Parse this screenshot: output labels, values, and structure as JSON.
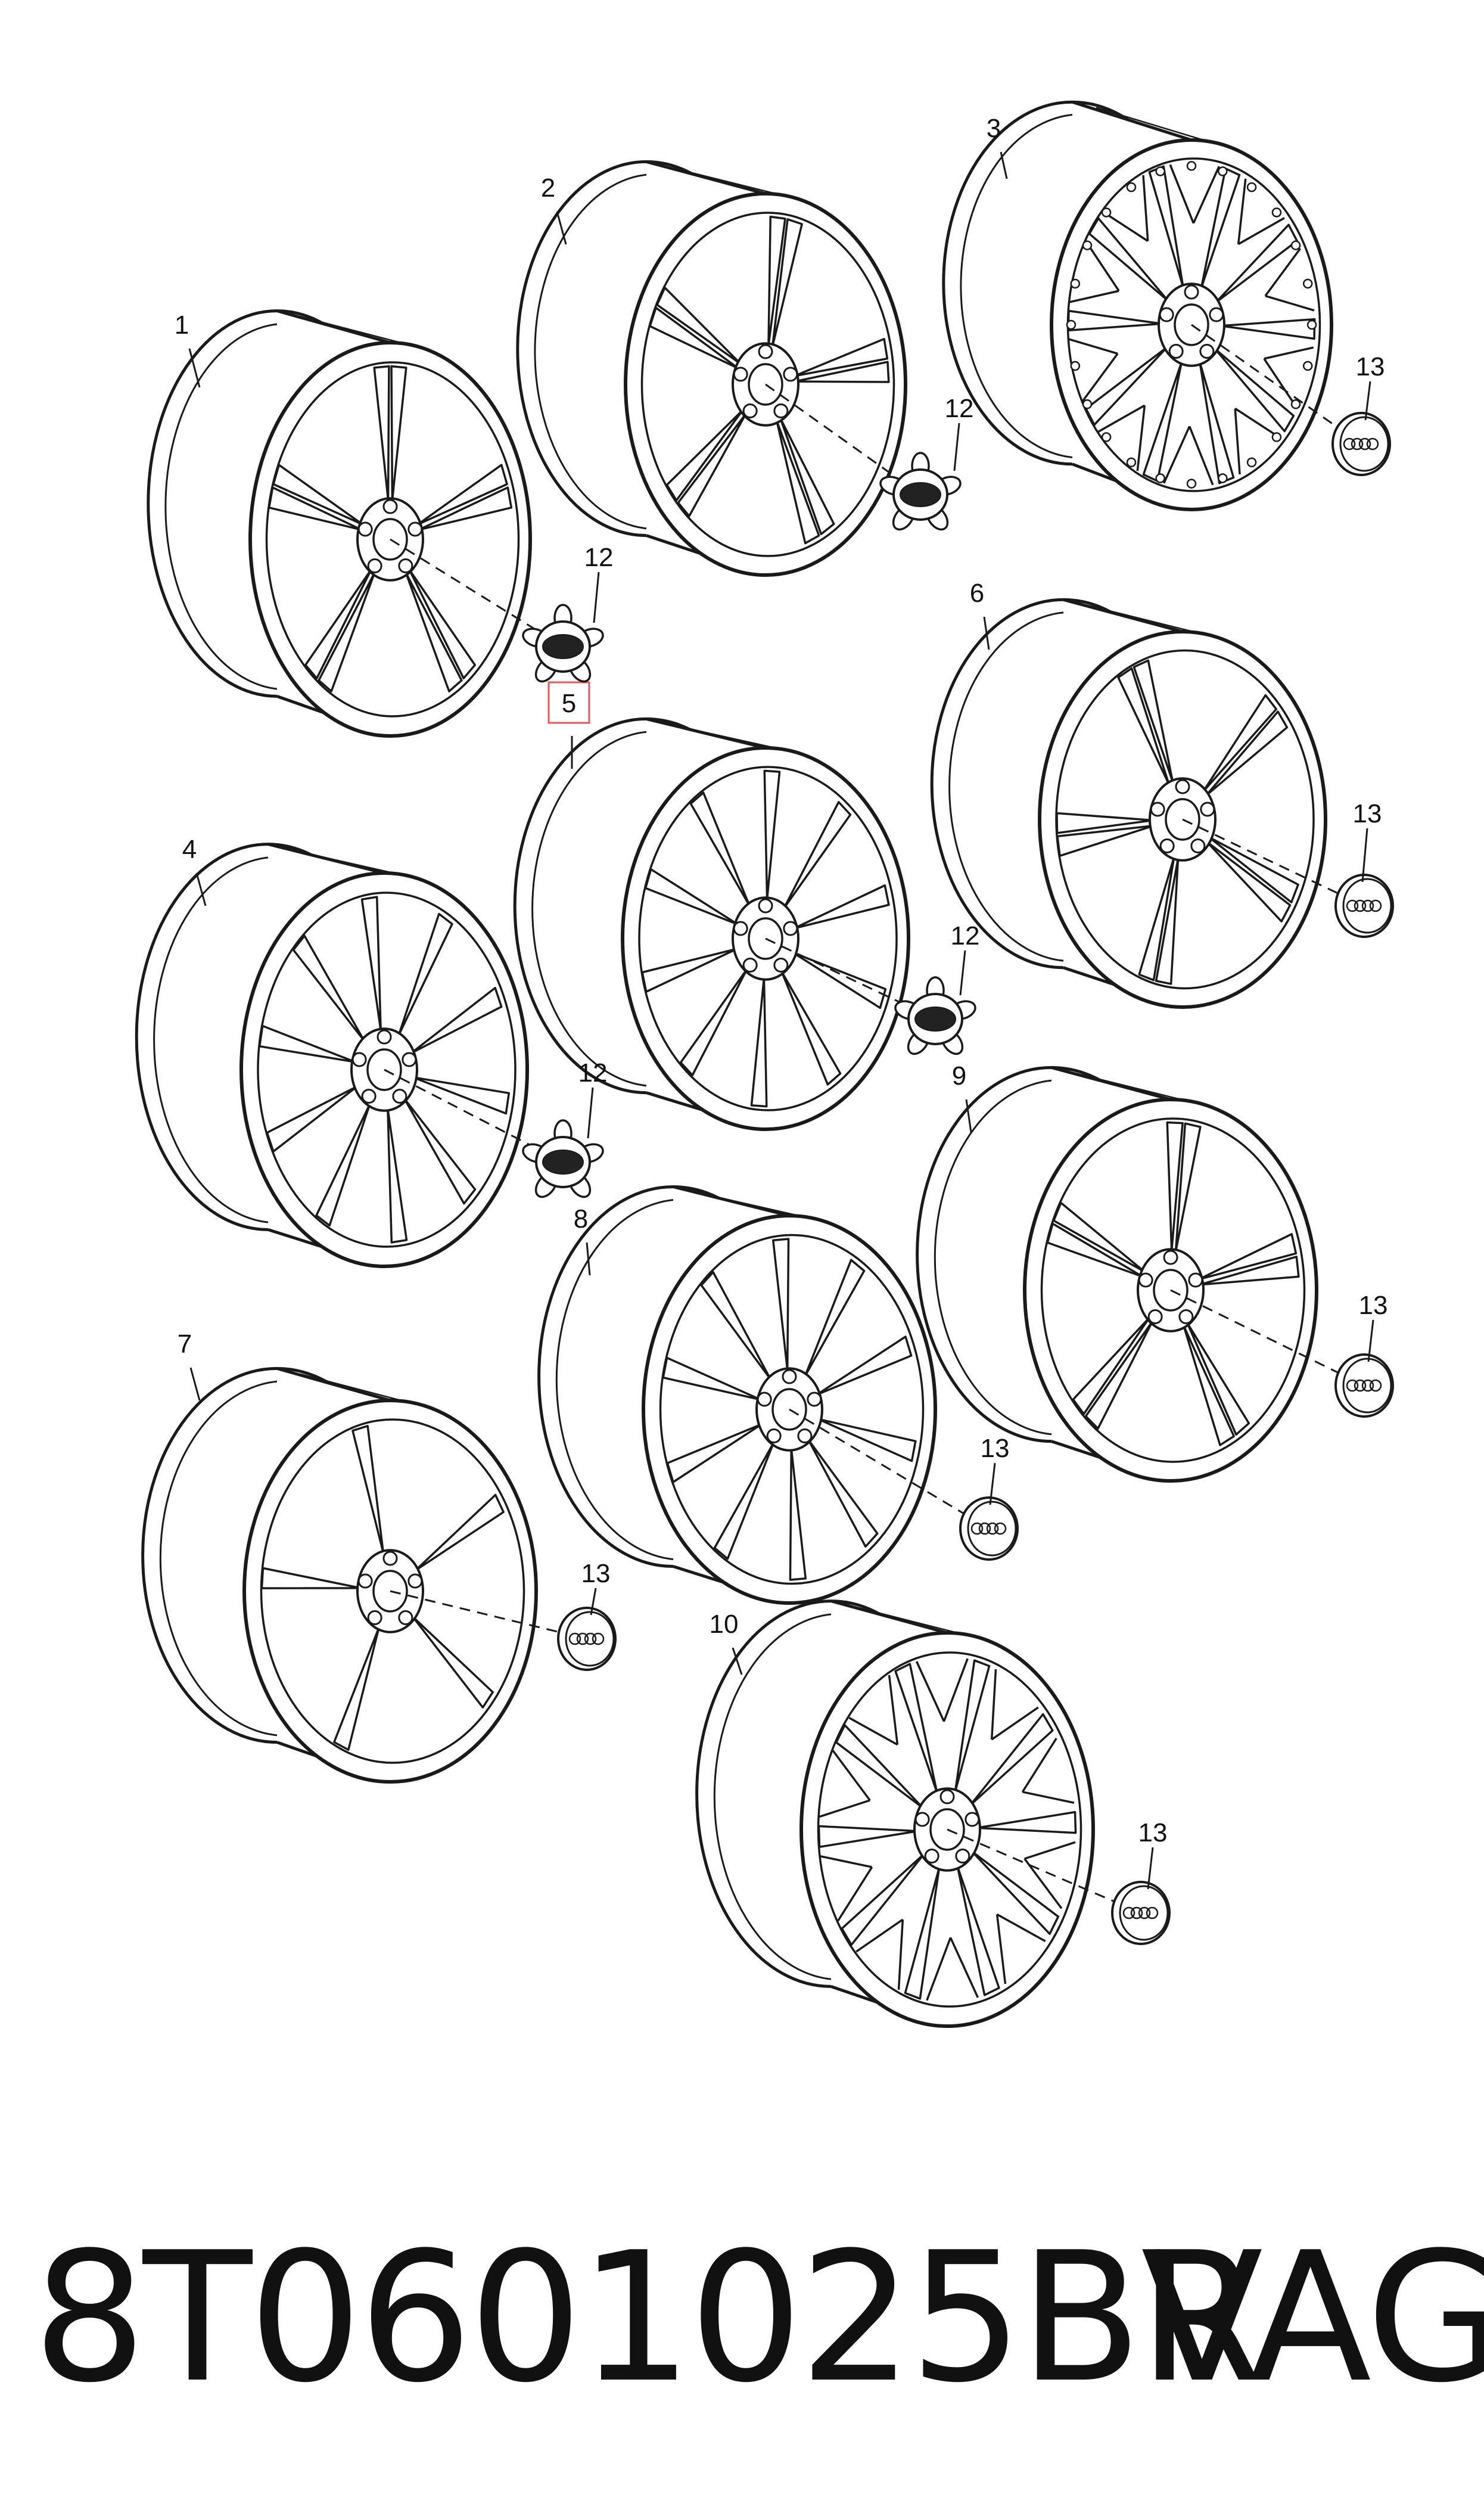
{
  "diagram": {
    "part_number": "8T0601025BR",
    "brand": "VAG",
    "colors": {
      "line": "#1a1a1a",
      "highlight": "#e05a5a",
      "background": "#ffffff"
    },
    "wheels": [
      {
        "label": "1",
        "style": "5-spoke-double",
        "cap": "12"
      },
      {
        "label": "2",
        "style": "5-spoke-split",
        "cap": "12"
      },
      {
        "label": "3",
        "style": "multi-spoke-cross",
        "cap": "13"
      },
      {
        "label": "4",
        "style": "10-spoke",
        "cap": "12"
      },
      {
        "label": "5",
        "style": "10-spoke-curved",
        "cap": "12",
        "highlighted": true
      },
      {
        "label": "6",
        "style": "5-spoke-double",
        "cap": "13"
      },
      {
        "label": "7",
        "style": "5-spoke",
        "cap": "13"
      },
      {
        "label": "8",
        "style": "10-spoke",
        "cap": "13"
      },
      {
        "label": "9",
        "style": "5-spoke-twin",
        "cap": "13"
      },
      {
        "label": "10",
        "style": "multi-spoke-cross",
        "cap": "13"
      }
    ],
    "caps": [
      {
        "label": "12",
        "type": "spider-cap"
      },
      {
        "label": "12",
        "type": "spider-cap"
      },
      {
        "label": "13",
        "type": "round-cap"
      },
      {
        "label": "12",
        "type": "spider-cap"
      },
      {
        "label": "12",
        "type": "spider-cap"
      },
      {
        "label": "13",
        "type": "round-cap"
      },
      {
        "label": "13",
        "type": "round-cap"
      },
      {
        "label": "13",
        "type": "round-cap"
      },
      {
        "label": "13",
        "type": "round-cap"
      },
      {
        "label": "13",
        "type": "round-cap"
      }
    ]
  }
}
